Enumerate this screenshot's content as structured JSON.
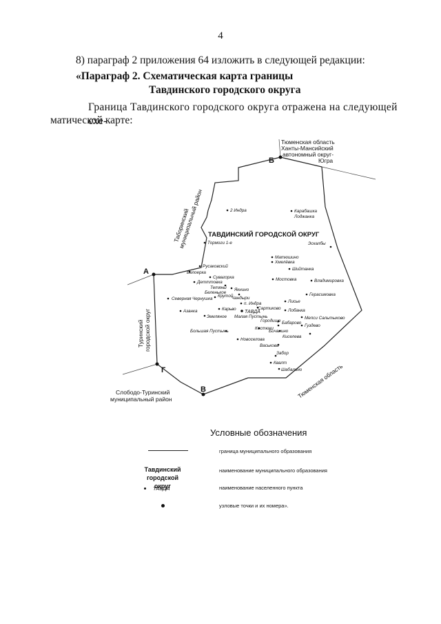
{
  "page_number": "4",
  "text": {
    "item_8": "8) параграф 2 приложения 64 изложить в следующей редакции:",
    "heading_line1": "«Параграф 2. Схематическая карта границы",
    "heading_line2": "Тавдинского городского округа",
    "body_line1": "Граница Тавдинского городского округа отражена на следующей схе-",
    "body_line2": "матической карте:"
  },
  "map": {
    "district_name": "ТАВДИНСКИЙ ГОРОДСКОЙ ОКРУГ",
    "neighbors": {
      "tyumen_khmao": [
        "Тюменская область",
        "Ханты-Мансийский",
        "автономный округ-",
        "Югра"
      ],
      "tabory": [
        "Таборинский",
        "муниципальный район"
      ],
      "turinsk": [
        "Туринский",
        "городской округ"
      ],
      "sloboda": [
        "Слободо-Туринский",
        "муниципальный район"
      ],
      "tyumen": "Тюменская область"
    },
    "corners": {
      "a": "А",
      "b": "Б",
      "v": "В",
      "g": "Г"
    },
    "settlements": {
      "indra2": "2 Индра",
      "karabashka": "Карабашка",
      "lodzhanka": "Лоджанка",
      "tormoga": "Тормоги 1-е",
      "eskalby": "Эскалбы",
      "matyushino": "Матюшино",
      "kheltchenka": "Хмелёвка",
      "rusakovsky": "Русаковский",
      "shitanka": "Шийтанка",
      "beloerka": "Белоерка",
      "chuvagor": "Сувагорка",
      "mostovka": "Мостовка",
      "vladimirovka": "Владимировка",
      "dettovka": "Детттовка",
      "telyany": "Тетяны",
      "yaknino": "Якнино",
      "belenkoe": "Беленькое",
      "gerasimovka": "Герасимовка",
      "krutoi": "Крутой",
      "chandyry": "Чандыри",
      "severnaya": "Северная",
      "chernushka": "Чернушка",
      "p_indra": "п. Индра",
      "lisie": "Лисье",
      "kartsevo": "Карьво",
      "sartikovo": "Сартиково",
      "lobanka": "Лобанка",
      "azanka": "Азанка",
      "tavda": "ТАВДА",
      "mezhi_saltykovo": "Мепси Сальтыково",
      "zemlyanoe": "Земляное",
      "malaya_pustyn": "Малая Пустынь",
      "gorodishche": "Городище",
      "baranovo": "Бабарово",
      "guzdevo": "Гуздево",
      "kostyuki": "Костюки",
      "bichanovo": "Бичанино",
      "kiselevo": "Киселева",
      "bolshaya_pustyn": "Большая Пустынь",
      "novoselova": "Новоселова",
      "vasyukovo": "Васькова",
      "zabor": "Забор",
      "kvalt": "Квалт",
      "shabalino": "Шабалино"
    }
  },
  "legend": {
    "title": "Условные обозначения",
    "boundary_desc": "граница муниципального образования",
    "name_sample": "Тавдинский городской округ",
    "name_desc": "наименование муниципального образования",
    "town_sample": "ТАВДА",
    "town_desc": "наименование населенного пункта",
    "node_desc": "узловые точки и их номера».",
    "colors": {
      "ink": "#111111",
      "paper": "#ffffff"
    }
  }
}
